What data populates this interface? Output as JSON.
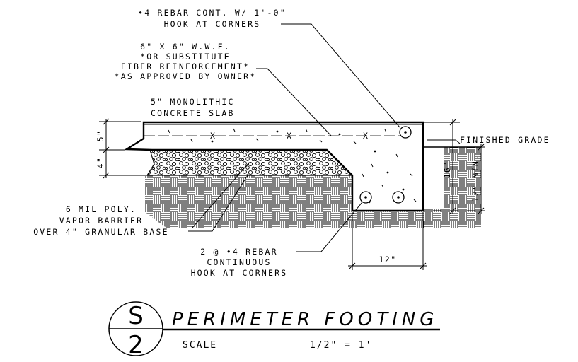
{
  "notes": {
    "rebar_top_line1": "•4 REBAR CONT. W/ 1'-0\"",
    "rebar_top_line2": "HOOK AT CORNERS",
    "wwf_line1": "6\" X 6\" W.W.F.",
    "wwf_line2": "*OR SUBSTITUTE",
    "wwf_line3": "FIBER REINFORCEMENT*",
    "wwf_line4": "*AS APPROVED BY OWNER*",
    "slab_line1": "5\" MONOLITHIC",
    "slab_line2": "CONCRETE SLAB",
    "grade": "FINISHED GRADE",
    "poly_line1": "6 MIL POLY.",
    "poly_line2": "VAPOR BARRIER",
    "poly_line3": "OVER 4\" GRANULAR BASE",
    "rebar_bottom_line1": "2 @ •4 REBAR",
    "rebar_bottom_line2": "CONTINUOUS",
    "rebar_bottom_line3": "HOOK AT CORNERS"
  },
  "dimensions": {
    "slab": "5\"",
    "base": "4\"",
    "footing_depth": "16\"",
    "min_below_grade": "12\" MIN.",
    "footing_width": "12\""
  },
  "wire_marks": [
    "X",
    "X",
    "X"
  ],
  "title_block": {
    "detail_number": "S",
    "sheet_number": "2",
    "title": "PERIMETER FOOTING",
    "scale_label": "SCALE",
    "scale_value": "1/2\"  =  1'"
  }
}
